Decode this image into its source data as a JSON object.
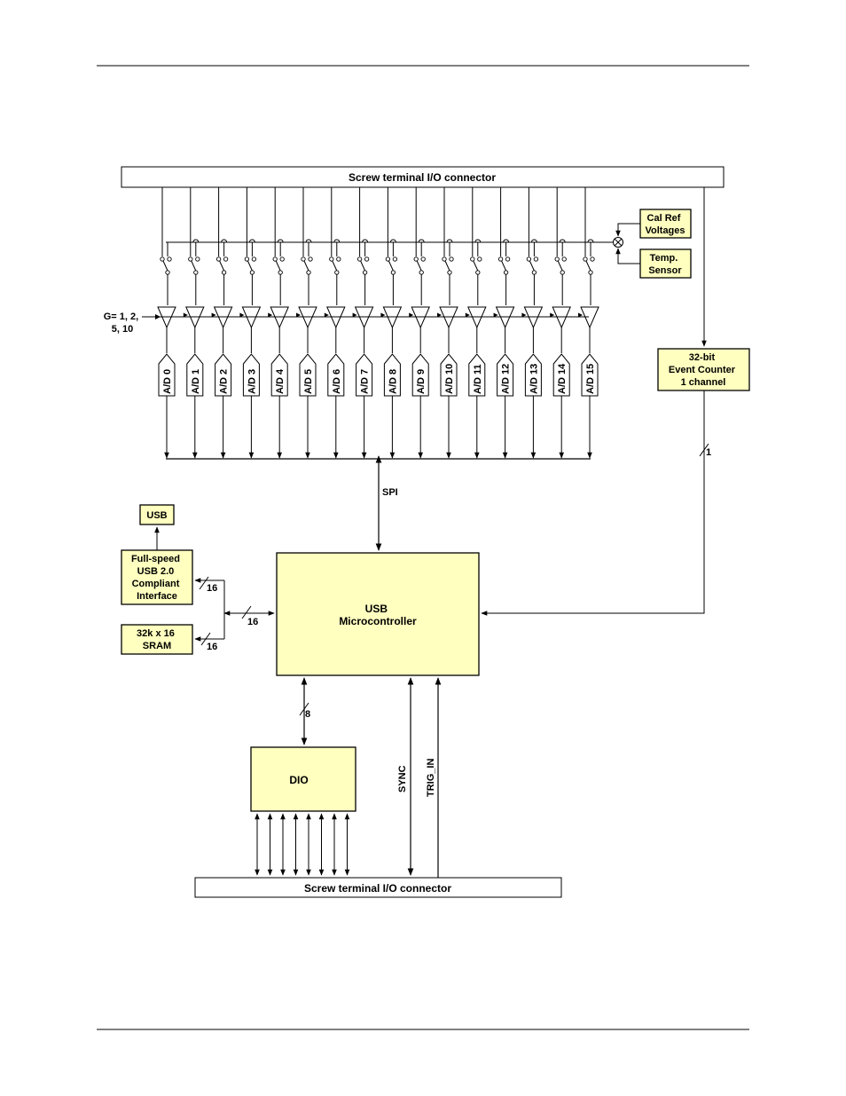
{
  "top_connector": "Screw terminal I/O connector",
  "bottom_connector": "Screw terminal I/O connector",
  "cal_ref": [
    "Cal Ref",
    "Voltages"
  ],
  "temp_sensor": [
    "Temp.",
    "Sensor"
  ],
  "gain_label": [
    "G= 1, 2,",
    "5, 10"
  ],
  "adc_labels": [
    "A/D 0",
    "A/D 1",
    "A/D 2",
    "A/D 3",
    "A/D 4",
    "A/D 5",
    "A/D 6",
    "A/D 7",
    "A/D 8",
    "A/D 9",
    "A/D 10",
    "A/D 11",
    "A/D 12",
    "A/D 13",
    "A/D 14",
    "A/D 15"
  ],
  "event_counter": [
    "32-bit",
    "Event Counter",
    "1 channel"
  ],
  "counter_bus_width": "1",
  "spi_label": "SPI",
  "usb_port": "USB",
  "usb_interface": [
    "Full-speed",
    "USB 2.0",
    "Compliant",
    "Interface"
  ],
  "sram": [
    "32k x 16",
    "SRAM"
  ],
  "mcu": [
    "USB",
    "Microcontroller"
  ],
  "bus_widths": {
    "usb_interface": "16",
    "mcu": "16",
    "sram": "16",
    "dio": "8"
  },
  "dio": "DIO",
  "sync_label": "SYNC",
  "trig_label": "TRIG_IN",
  "colors": {
    "block_fill": "#ffffc0",
    "line": "#000000"
  }
}
